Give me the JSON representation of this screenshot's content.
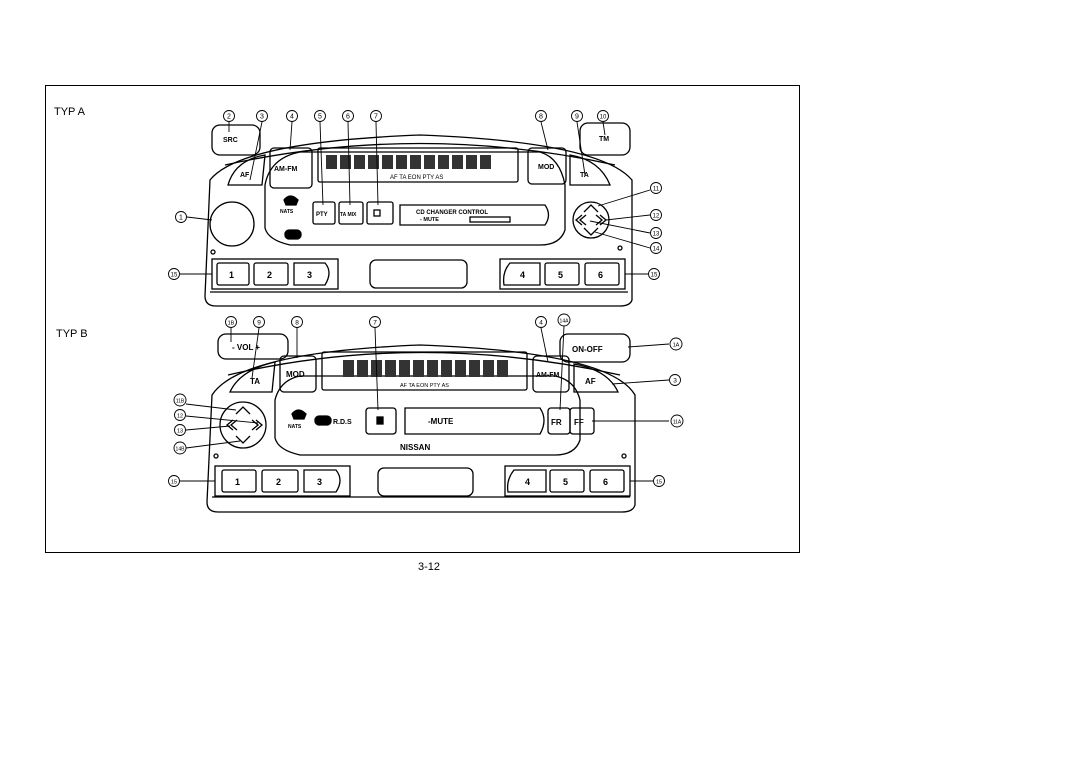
{
  "panel_a": {
    "title": "TYP A",
    "buttons": {
      "src": "SRC",
      "af": "AF",
      "amfm": "AM-FM",
      "pty": "PTY",
      "ta_mix": "TA MIX",
      "mod": "MOD",
      "ta": "TA",
      "tm": "TM",
      "p1": "1",
      "p2": "2",
      "p3": "3",
      "p4": "4",
      "p5": "5",
      "p6": "6"
    },
    "display_indicators": "AF  TA  EON  PTY  AS",
    "logo": "NATS",
    "cd_changer": "CD CHANGER CONTROL",
    "mute": "- MUTE",
    "callouts": {
      "c1": "1",
      "c2": "2",
      "c3": "3",
      "c4": "4",
      "c5": "5",
      "c6": "6",
      "c7": "7",
      "c8": "8",
      "c9": "9",
      "c10": "10",
      "c11": "11",
      "c12": "12",
      "c13": "13",
      "c14": "14",
      "c15a": "15",
      "c15b": "15"
    }
  },
  "panel_b": {
    "title": "TYP B",
    "buttons": {
      "vol": "- VOL +",
      "ta": "TA",
      "mod": "MOD",
      "amfm": "AM-FM",
      "af": "AF",
      "onoff": "ON-OFF",
      "mute": "-MUTE",
      "fr": "FR",
      "ff": "FF",
      "p1": "1",
      "p2": "2",
      "p3": "3",
      "p4": "4",
      "p5": "5",
      "p6": "6"
    },
    "display_indicators": "AF  TA  EON  PTY  AS",
    "logo": "NATS",
    "rds": "R.D.S",
    "brand": "NISSAN",
    "callouts": {
      "c1b": "1B",
      "c9": "9",
      "c8": "8",
      "c7": "7",
      "c4": "4",
      "c14a": "14A",
      "c1a": "1A",
      "c3": "3",
      "c11a": "11A",
      "c11b": "11B",
      "c12": "12",
      "c13": "13",
      "c14b": "14B",
      "c15a": "15",
      "c15b": "15"
    }
  },
  "page_number": "3-12"
}
